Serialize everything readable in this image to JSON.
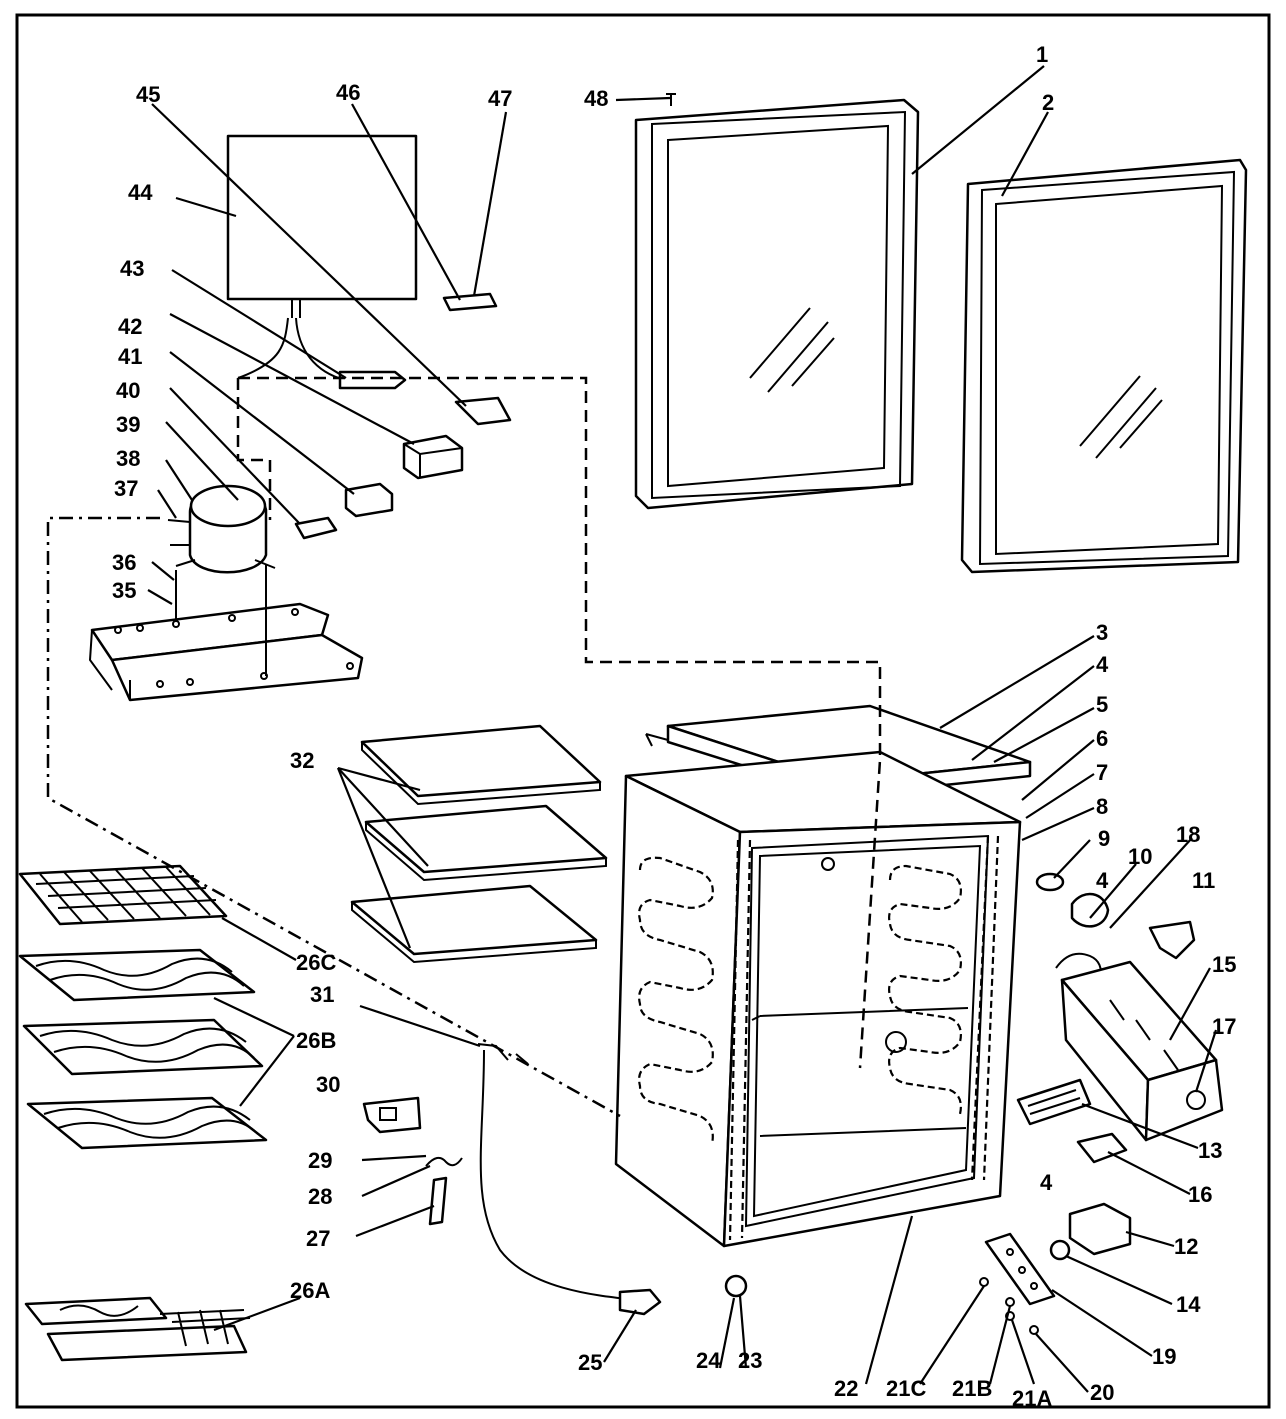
{
  "callouts": [
    {
      "id": "c1",
      "text": "1"
    },
    {
      "id": "c2",
      "text": "2"
    },
    {
      "id": "c3",
      "text": "3"
    },
    {
      "id": "c4a",
      "text": "4"
    },
    {
      "id": "c4b",
      "text": "4"
    },
    {
      "id": "c4c",
      "text": "4"
    },
    {
      "id": "c5",
      "text": "5"
    },
    {
      "id": "c6",
      "text": "6"
    },
    {
      "id": "c7",
      "text": "7"
    },
    {
      "id": "c8",
      "text": "8"
    },
    {
      "id": "c9",
      "text": "9"
    },
    {
      "id": "c10",
      "text": "10"
    },
    {
      "id": "c11",
      "text": "11"
    },
    {
      "id": "c12",
      "text": "12"
    },
    {
      "id": "c13",
      "text": "13"
    },
    {
      "id": "c14",
      "text": "14"
    },
    {
      "id": "c15",
      "text": "15"
    },
    {
      "id": "c16",
      "text": "16"
    },
    {
      "id": "c17",
      "text": "17"
    },
    {
      "id": "c18",
      "text": "18"
    },
    {
      "id": "c19",
      "text": "19"
    },
    {
      "id": "c20",
      "text": "20"
    },
    {
      "id": "c21a",
      "text": "21A"
    },
    {
      "id": "c21b",
      "text": "21B"
    },
    {
      "id": "c21c",
      "text": "21C"
    },
    {
      "id": "c22",
      "text": "22"
    },
    {
      "id": "c23",
      "text": "23"
    },
    {
      "id": "c24",
      "text": "24"
    },
    {
      "id": "c25",
      "text": "25"
    },
    {
      "id": "c26a",
      "text": "26A"
    },
    {
      "id": "c26b",
      "text": "26B"
    },
    {
      "id": "c26c",
      "text": "26C"
    },
    {
      "id": "c27",
      "text": "27"
    },
    {
      "id": "c28",
      "text": "28"
    },
    {
      "id": "c29",
      "text": "29"
    },
    {
      "id": "c30",
      "text": "30"
    },
    {
      "id": "c31",
      "text": "31"
    },
    {
      "id": "c32",
      "text": "32"
    },
    {
      "id": "c35",
      "text": "35"
    },
    {
      "id": "c36",
      "text": "36"
    },
    {
      "id": "c37",
      "text": "37"
    },
    {
      "id": "c38",
      "text": "38"
    },
    {
      "id": "c39",
      "text": "39"
    },
    {
      "id": "c40",
      "text": "40"
    },
    {
      "id": "c41",
      "text": "41"
    },
    {
      "id": "c42",
      "text": "42"
    },
    {
      "id": "c43",
      "text": "43"
    },
    {
      "id": "c44",
      "text": "44"
    },
    {
      "id": "c45",
      "text": "45"
    },
    {
      "id": "c46",
      "text": "46"
    },
    {
      "id": "c47",
      "text": "47"
    },
    {
      "id": "c48",
      "text": "48"
    }
  ]
}
